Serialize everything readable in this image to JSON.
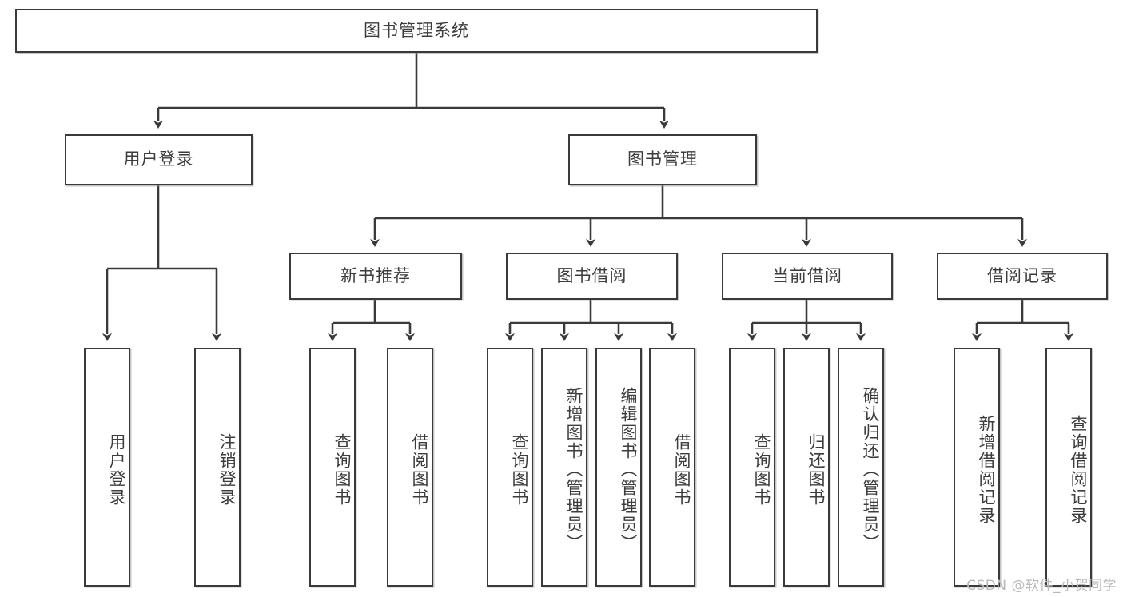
{
  "diagram": {
    "type": "tree-hierarchy",
    "title": "图书管理系统",
    "root": {
      "id": "root",
      "label": "图书管理系统"
    },
    "level2": [
      {
        "id": "user-login",
        "label": "用户登录"
      },
      {
        "id": "book-management",
        "label": "图书管理"
      }
    ],
    "level3": [
      {
        "id": "new-book-recommend",
        "label": "新书推荐"
      },
      {
        "id": "book-borrow",
        "label": "图书借阅"
      },
      {
        "id": "current-borrow",
        "label": "当前借阅"
      },
      {
        "id": "borrow-record",
        "label": "借阅记录"
      }
    ],
    "leaves": {
      "user_login": [
        {
          "id": "leaf-user-login",
          "label": "用户登录"
        },
        {
          "id": "leaf-logout-login",
          "label": "注销登录"
        }
      ],
      "new_book_recommend": [
        {
          "id": "leaf-query-book-1",
          "label": "查询图书"
        },
        {
          "id": "leaf-borrow-book-1",
          "label": "借阅图书"
        }
      ],
      "book_borrow": [
        {
          "id": "leaf-query-book-2",
          "label": "查询图书"
        },
        {
          "id": "leaf-add-book",
          "label": "新增图书（管理员）"
        },
        {
          "id": "leaf-edit-book",
          "label": "编辑图书（管理员）"
        },
        {
          "id": "leaf-borrow-book-2",
          "label": "借阅图书"
        }
      ],
      "current_borrow": [
        {
          "id": "leaf-query-book-3",
          "label": "查询图书"
        },
        {
          "id": "leaf-return-book",
          "label": "归还图书"
        },
        {
          "id": "leaf-confirm-return",
          "label": "确认归还（管理员）"
        }
      ],
      "borrow_record": [
        {
          "id": "leaf-add-record",
          "label": "新增借阅记录"
        },
        {
          "id": "leaf-query-record",
          "label": "查询借阅记录"
        }
      ]
    },
    "watermark": "CSDN @软件_小贺同学",
    "colors": {
      "stroke": "#3a3a3a",
      "text": "#3c3c3c",
      "background": "#ffffff",
      "watermark": "#b9b9b9"
    }
  }
}
